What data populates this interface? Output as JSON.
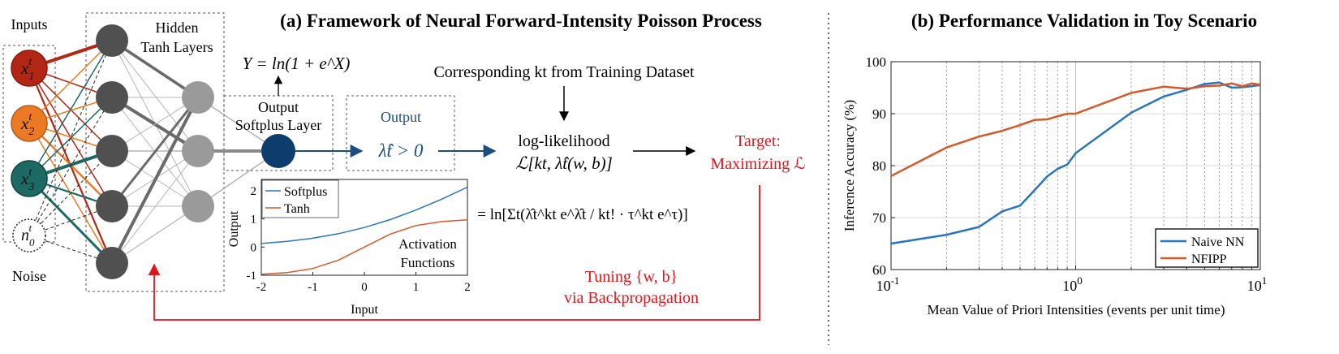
{
  "panel_a": {
    "title": "(a) Framework of Neural Forward-Intensity Poisson Process",
    "inputs_label": "Inputs",
    "noise_label": "Noise",
    "hidden_label_1": "Hidden",
    "hidden_label_2": "Tanh Layers",
    "inputs": [
      {
        "base": "x",
        "sub": "1",
        "sup": "t",
        "color": "#b22614"
      },
      {
        "base": "x",
        "sub": "2",
        "sup": "t",
        "color": "#ec7a24"
      },
      {
        "base": "x",
        "sub": "3",
        "sup": "t",
        "color": "#1d6a64"
      }
    ],
    "noise_node": {
      "base": "n",
      "sub": "0",
      "sup": "t"
    },
    "softplus_formula": "Y = ln(1 + e^X)",
    "softplus_label_1": "Output",
    "softplus_label_2": "Softplus Layer",
    "output_label": "Output",
    "output_expr": "λ̂t > 0",
    "training_label": "Corresponding kt from Training Dataset",
    "loglik_label": "log-likelihood",
    "loglik_expr": "ℒ[kt, λ̂t(w, b)]",
    "loglik_formula": "= ln[Σt(λ̂t^kt e^λ̂t / kt! · τ^kt e^τ)]",
    "target_label_1": "Target:",
    "target_label_2": "Maximizing ℒ",
    "tuning_label_1": "Tuning {w, b}",
    "tuning_label_2": "via Backpropagation",
    "colors": {
      "accent_blue": "#1a4e7c",
      "target_red": "#e0161d"
    }
  },
  "chart_data": [
    {
      "type": "line",
      "title": "",
      "xlabel": "Input",
      "ylabel": "Output",
      "xlim": [
        -2,
        2
      ],
      "ylim": [
        -1,
        2.4
      ],
      "xticks": [
        -2,
        -1,
        0,
        1,
        2
      ],
      "yticks": [
        -1,
        0,
        1,
        2
      ],
      "legend_position": "top-left",
      "annotation_1": "Activation",
      "annotation_2": "Functions",
      "series": [
        {
          "name": "Softplus",
          "color": "#2a75bb",
          "x": [
            -2,
            -1.5,
            -1,
            -0.5,
            0,
            0.5,
            1,
            1.5,
            2
          ],
          "y": [
            0.127,
            0.201,
            0.313,
            0.474,
            0.693,
            0.974,
            1.313,
            1.701,
            2.127
          ]
        },
        {
          "name": "Tanh",
          "color": "#d45a2c",
          "x": [
            -2,
            -1.5,
            -1,
            -0.5,
            0,
            0.5,
            1,
            1.5,
            2
          ],
          "y": [
            -0.964,
            -0.905,
            -0.762,
            -0.462,
            0,
            0.462,
            0.762,
            0.905,
            0.964
          ]
        }
      ]
    },
    {
      "type": "line",
      "title": "(b) Performance Validation in Toy Scenario",
      "xlabel": "Mean Value of Priori Intensities (events per unit time)",
      "ylabel": "Inference Accuracy (%)",
      "xscale": "log",
      "xlim": [
        0.1,
        10
      ],
      "ylim": [
        60,
        100
      ],
      "xtick_labels": [
        "10^-1",
        "10^0",
        "10^1"
      ],
      "yticks": [
        60,
        70,
        80,
        90,
        100
      ],
      "grid": true,
      "legend_position": "bottom-right",
      "series": [
        {
          "name": "Naive NN",
          "color": "#2a75bb",
          "x": [
            0.1,
            0.2,
            0.3,
            0.4,
            0.5,
            0.6,
            0.7,
            0.8,
            0.9,
            1,
            2,
            3,
            4,
            5,
            6,
            7,
            8,
            9,
            10
          ],
          "y": [
            65,
            66.7,
            68.2,
            71.2,
            72.3,
            75.3,
            77.9,
            79.4,
            80.2,
            82.4,
            90.2,
            93.3,
            94.6,
            95.7,
            96.0,
            95.0,
            95.1,
            95.3,
            95.5
          ]
        },
        {
          "name": "NFIPP",
          "color": "#d45a2c",
          "x": [
            0.1,
            0.2,
            0.3,
            0.4,
            0.5,
            0.6,
            0.7,
            0.8,
            0.9,
            1,
            2,
            3,
            4,
            5,
            6,
            7,
            8,
            9,
            10
          ],
          "y": [
            78,
            83.5,
            85.6,
            86.7,
            87.8,
            88.8,
            88.9,
            89.5,
            90.0,
            90.0,
            94.0,
            95.2,
            94.8,
            95.3,
            95.4,
            95.8,
            95.3,
            95.8,
            95.6
          ]
        }
      ]
    }
  ]
}
